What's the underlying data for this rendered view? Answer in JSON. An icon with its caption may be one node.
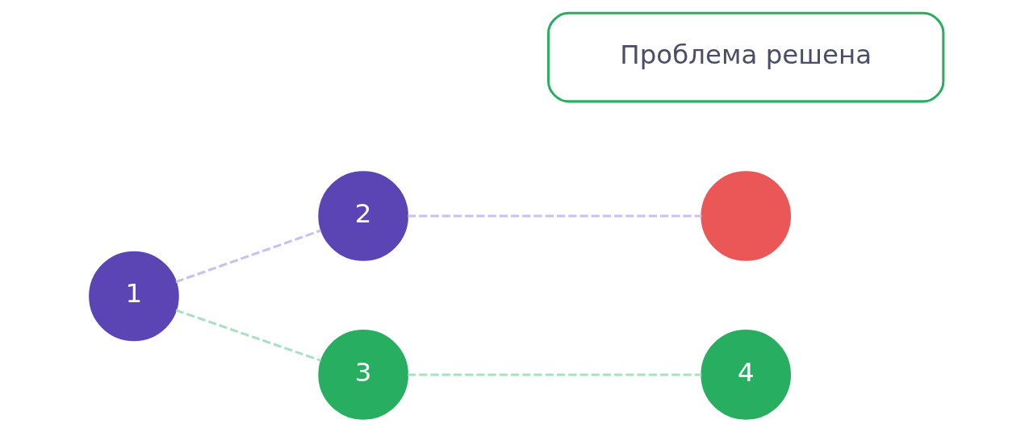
{
  "diagram": {
    "nodes": [
      {
        "text": [
          "1"
        ]
      },
      {
        "text": [
          "2"
        ]
      },
      {
        "text": [],
        "shape": "circle"
      },
      {
        "text": [
          "3"
        ]
      },
      {
        "text": [
          "4"
        ]
      },
      {
        "text": [
          "Проблема решена"
        ]
      }
    ],
    "edges": [
      {
        "from": 0,
        "to": 1,
        "arrow": "none",
        "style": "dashed",
        "color": "#c9bff0"
      },
      {
        "from": 1,
        "to": 2,
        "arrow": "none",
        "style": "dashed",
        "color": "#c9bff0"
      },
      {
        "from": 0,
        "to": 3,
        "arrow": "none",
        "style": "dashed",
        "color": "#a8e0c2"
      },
      {
        "from": 3,
        "to": 4,
        "arrow": "none",
        "style": "dashed",
        "color": "#a8e0c2"
      }
    ]
  }
}
